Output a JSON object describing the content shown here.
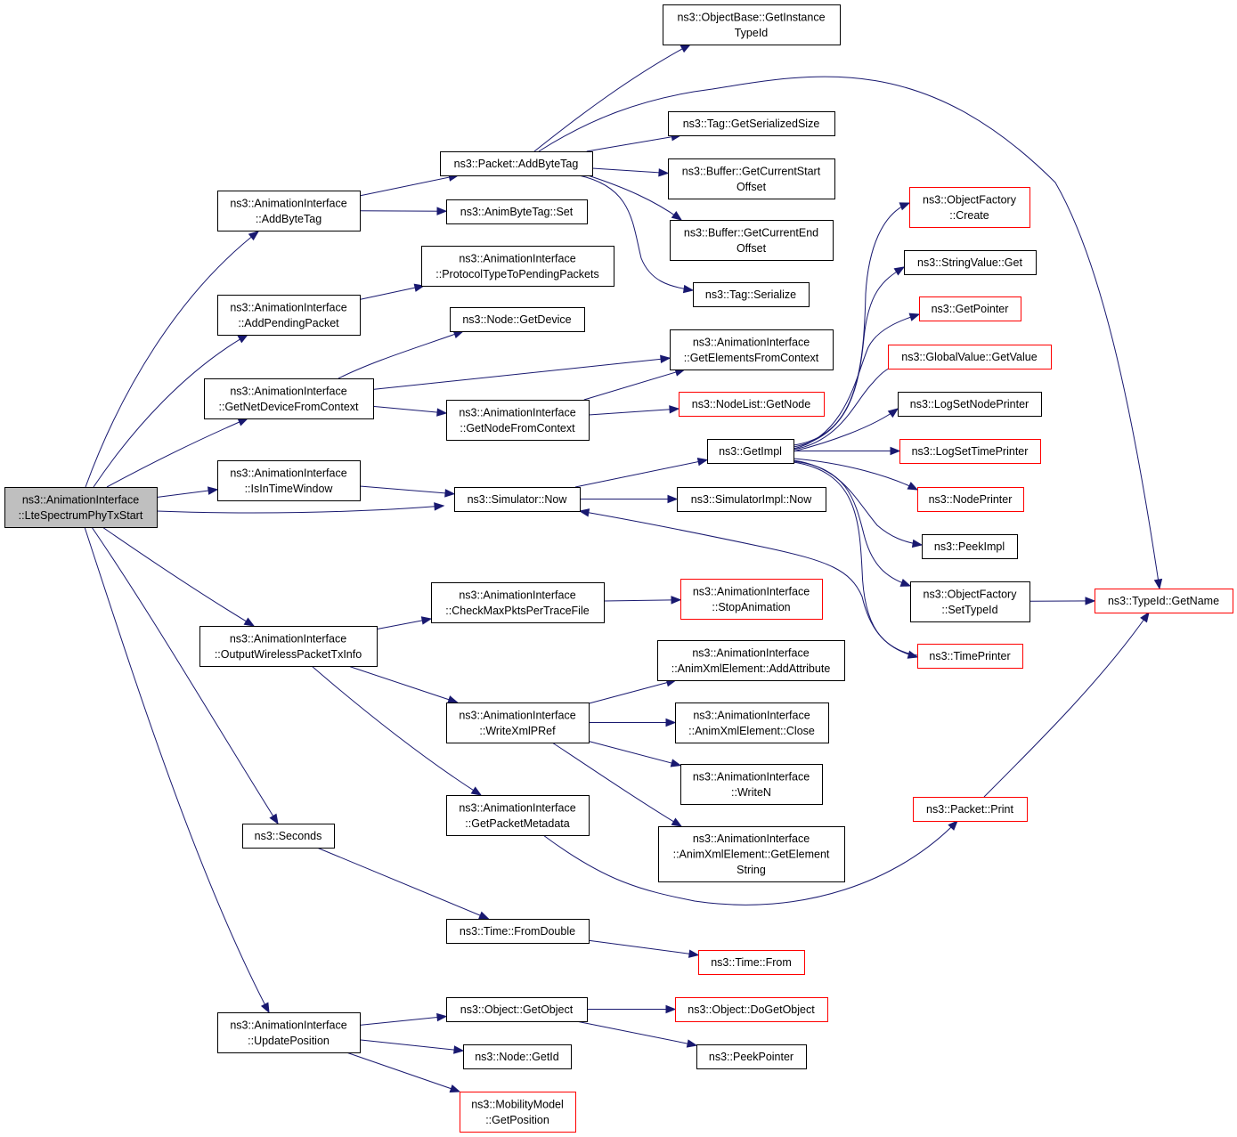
{
  "diagram": {
    "edge_color": "#191970",
    "node_border_default": "#000000",
    "node_border_truncated": "#ff0000",
    "root_fill": "#bfbfbf",
    "nodes": [
      {
        "id": "root",
        "lines": [
          "ns3::AnimationInterface",
          "::LteSpectrumPhyTxStart"
        ],
        "style": "root"
      },
      {
        "id": "addByteTag",
        "lines": [
          "ns3::AnimationInterface",
          "::AddByteTag"
        ],
        "style": "normal"
      },
      {
        "id": "addPendingPacket",
        "lines": [
          "ns3::AnimationInterface",
          "::AddPendingPacket"
        ],
        "style": "normal"
      },
      {
        "id": "getNetDeviceFromContext",
        "lines": [
          "ns3::AnimationInterface",
          "::GetNetDeviceFromContext"
        ],
        "style": "normal"
      },
      {
        "id": "isInTimeWindow",
        "lines": [
          "ns3::AnimationInterface",
          "::IsInTimeWindow"
        ],
        "style": "normal"
      },
      {
        "id": "outputWirelessPacketTxInfo",
        "lines": [
          "ns3::AnimationInterface",
          "::OutputWirelessPacketTxInfo"
        ],
        "style": "normal"
      },
      {
        "id": "seconds",
        "lines": [
          "ns3::Seconds"
        ],
        "style": "normal"
      },
      {
        "id": "updatePosition",
        "lines": [
          "ns3::AnimationInterface",
          "::UpdatePosition"
        ],
        "style": "normal"
      },
      {
        "id": "packetAddByteTag",
        "lines": [
          "ns3::Packet::AddByteTag"
        ],
        "style": "normal"
      },
      {
        "id": "animByteTagSet",
        "lines": [
          "ns3::AnimByteTag::Set"
        ],
        "style": "normal"
      },
      {
        "id": "protocolTypeToPendingPackets",
        "lines": [
          "ns3::AnimationInterface",
          "::ProtocolTypeToPendingPackets"
        ],
        "style": "normal"
      },
      {
        "id": "nodeGetDevice",
        "lines": [
          "ns3::Node::GetDevice"
        ],
        "style": "normal"
      },
      {
        "id": "getNodeFromContext",
        "lines": [
          "ns3::AnimationInterface",
          "::GetNodeFromContext"
        ],
        "style": "normal"
      },
      {
        "id": "simulatorNow",
        "lines": [
          "ns3::Simulator::Now"
        ],
        "style": "normal"
      },
      {
        "id": "checkMaxPkts",
        "lines": [
          "ns3::AnimationInterface",
          "::CheckMaxPktsPerTraceFile"
        ],
        "style": "normal"
      },
      {
        "id": "writeXmlPRef",
        "lines": [
          "ns3::AnimationInterface",
          "::WriteXmlPRef"
        ],
        "style": "normal"
      },
      {
        "id": "getPacketMetadata",
        "lines": [
          "ns3::AnimationInterface",
          "::GetPacketMetadata"
        ],
        "style": "normal"
      },
      {
        "id": "timeFromDouble",
        "lines": [
          "ns3::Time::FromDouble"
        ],
        "style": "normal"
      },
      {
        "id": "objectGetObject",
        "lines": [
          "ns3::Object::GetObject"
        ],
        "style": "normal"
      },
      {
        "id": "nodeGetId",
        "lines": [
          "ns3::Node::GetId"
        ],
        "style": "normal"
      },
      {
        "id": "mobilityGetPosition",
        "lines": [
          "ns3::MobilityModel",
          "::GetPosition"
        ],
        "style": "truncated"
      },
      {
        "id": "objectBaseGetInstanceTypeId",
        "lines": [
          "ns3::ObjectBase::GetInstance",
          "TypeId"
        ],
        "style": "normal"
      },
      {
        "id": "tagGetSerializedSize",
        "lines": [
          "ns3::Tag::GetSerializedSize"
        ],
        "style": "normal"
      },
      {
        "id": "bufferGetCurrentStartOffset",
        "lines": [
          "ns3::Buffer::GetCurrentStart",
          "Offset"
        ],
        "style": "normal"
      },
      {
        "id": "bufferGetCurrentEndOffset",
        "lines": [
          "ns3::Buffer::GetCurrentEnd",
          "Offset"
        ],
        "style": "normal"
      },
      {
        "id": "tagSerialize",
        "lines": [
          "ns3::Tag::Serialize"
        ],
        "style": "normal"
      },
      {
        "id": "getElementsFromContext",
        "lines": [
          "ns3::AnimationInterface",
          "::GetElementsFromContext"
        ],
        "style": "normal"
      },
      {
        "id": "nodeListGetNode",
        "lines": [
          "ns3::NodeList::GetNode"
        ],
        "style": "truncated"
      },
      {
        "id": "getImpl",
        "lines": [
          "ns3::GetImpl"
        ],
        "style": "normal"
      },
      {
        "id": "simulatorImplNow",
        "lines": [
          "ns3::SimulatorImpl::Now"
        ],
        "style": "normal"
      },
      {
        "id": "stopAnimation",
        "lines": [
          "ns3::AnimationInterface",
          "::StopAnimation"
        ],
        "style": "truncated"
      },
      {
        "id": "addAttribute",
        "lines": [
          "ns3::AnimationInterface",
          "::AnimXmlElement::AddAttribute"
        ],
        "style": "normal"
      },
      {
        "id": "animXmlClose",
        "lines": [
          "ns3::AnimationInterface",
          "::AnimXmlElement::Close"
        ],
        "style": "normal"
      },
      {
        "id": "writeN",
        "lines": [
          "ns3::AnimationInterface",
          "::WriteN"
        ],
        "style": "normal"
      },
      {
        "id": "getElementString",
        "lines": [
          "ns3::AnimationInterface",
          "::AnimXmlElement::GetElement",
          "String"
        ],
        "style": "normal"
      },
      {
        "id": "timeFrom",
        "lines": [
          "ns3::Time::From"
        ],
        "style": "truncated"
      },
      {
        "id": "objectDoGetObject",
        "lines": [
          "ns3::Object::DoGetObject"
        ],
        "style": "truncated"
      },
      {
        "id": "peekPointer",
        "lines": [
          "ns3::PeekPointer"
        ],
        "style": "normal"
      },
      {
        "id": "objectFactoryCreate",
        "lines": [
          "ns3::ObjectFactory",
          "::Create"
        ],
        "style": "truncated"
      },
      {
        "id": "stringValueGet",
        "lines": [
          "ns3::StringValue::Get"
        ],
        "style": "normal"
      },
      {
        "id": "getPointer",
        "lines": [
          "ns3::GetPointer"
        ],
        "style": "truncated"
      },
      {
        "id": "globalValueGetValue",
        "lines": [
          "ns3::GlobalValue::GetValue"
        ],
        "style": "truncated"
      },
      {
        "id": "logSetNodePrinter",
        "lines": [
          "ns3::LogSetNodePrinter"
        ],
        "style": "normal"
      },
      {
        "id": "logSetTimePrinter",
        "lines": [
          "ns3::LogSetTimePrinter"
        ],
        "style": "truncated"
      },
      {
        "id": "nodePrinter",
        "lines": [
          "ns3::NodePrinter"
        ],
        "style": "truncated"
      },
      {
        "id": "peekImpl",
        "lines": [
          "ns3::PeekImpl"
        ],
        "style": "normal"
      },
      {
        "id": "objectFactorySetTypeId",
        "lines": [
          "ns3::ObjectFactory",
          "::SetTypeId"
        ],
        "style": "normal"
      },
      {
        "id": "timePrinter",
        "lines": [
          "ns3::TimePrinter"
        ],
        "style": "truncated"
      },
      {
        "id": "packetPrint",
        "lines": [
          "ns3::Packet::Print"
        ],
        "style": "truncated"
      },
      {
        "id": "typeIdGetName",
        "lines": [
          "ns3::TypeId::GetName"
        ],
        "style": "truncated"
      }
    ],
    "edges": [
      [
        "root",
        "addByteTag"
      ],
      [
        "root",
        "addPendingPacket"
      ],
      [
        "root",
        "getNetDeviceFromContext"
      ],
      [
        "root",
        "isInTimeWindow"
      ],
      [
        "root",
        "simulatorNow"
      ],
      [
        "root",
        "outputWirelessPacketTxInfo"
      ],
      [
        "root",
        "seconds"
      ],
      [
        "root",
        "updatePosition"
      ],
      [
        "addByteTag",
        "packetAddByteTag"
      ],
      [
        "addByteTag",
        "animByteTagSet"
      ],
      [
        "packetAddByteTag",
        "objectBaseGetInstanceTypeId"
      ],
      [
        "packetAddByteTag",
        "typeIdGetName"
      ],
      [
        "packetAddByteTag",
        "tagGetSerializedSize"
      ],
      [
        "packetAddByteTag",
        "bufferGetCurrentStartOffset"
      ],
      [
        "packetAddByteTag",
        "bufferGetCurrentEndOffset"
      ],
      [
        "packetAddByteTag",
        "tagSerialize"
      ],
      [
        "addPendingPacket",
        "protocolTypeToPendingPackets"
      ],
      [
        "getNetDeviceFromContext",
        "nodeGetDevice"
      ],
      [
        "getNetDeviceFromContext",
        "getElementsFromContext"
      ],
      [
        "getNetDeviceFromContext",
        "getNodeFromContext"
      ],
      [
        "getNodeFromContext",
        "getElementsFromContext"
      ],
      [
        "getNodeFromContext",
        "nodeListGetNode"
      ],
      [
        "isInTimeWindow",
        "simulatorNow"
      ],
      [
        "simulatorNow",
        "getImpl"
      ],
      [
        "simulatorNow",
        "simulatorImplNow"
      ],
      [
        "getImpl",
        "objectFactoryCreate"
      ],
      [
        "getImpl",
        "stringValueGet"
      ],
      [
        "getImpl",
        "getPointer"
      ],
      [
        "getImpl",
        "globalValueGetValue"
      ],
      [
        "getImpl",
        "logSetNodePrinter"
      ],
      [
        "getImpl",
        "logSetTimePrinter"
      ],
      [
        "getImpl",
        "nodePrinter"
      ],
      [
        "getImpl",
        "peekImpl"
      ],
      [
        "getImpl",
        "objectFactorySetTypeId"
      ],
      [
        "getImpl",
        "timePrinter"
      ],
      [
        "timePrinter",
        "simulatorNow"
      ],
      [
        "objectFactorySetTypeId",
        "typeIdGetName"
      ],
      [
        "outputWirelessPacketTxInfo",
        "checkMaxPkts"
      ],
      [
        "outputWirelessPacketTxInfo",
        "writeXmlPRef"
      ],
      [
        "outputWirelessPacketTxInfo",
        "getPacketMetadata"
      ],
      [
        "checkMaxPkts",
        "stopAnimation"
      ],
      [
        "writeXmlPRef",
        "addAttribute"
      ],
      [
        "writeXmlPRef",
        "animXmlClose"
      ],
      [
        "writeXmlPRef",
        "writeN"
      ],
      [
        "writeXmlPRef",
        "getElementString"
      ],
      [
        "getPacketMetadata",
        "packetPrint"
      ],
      [
        "packetPrint",
        "typeIdGetName"
      ],
      [
        "seconds",
        "timeFromDouble"
      ],
      [
        "timeFromDouble",
        "timeFrom"
      ],
      [
        "updatePosition",
        "objectGetObject"
      ],
      [
        "updatePosition",
        "nodeGetId"
      ],
      [
        "updatePosition",
        "mobilityGetPosition"
      ],
      [
        "objectGetObject",
        "objectDoGetObject"
      ],
      [
        "objectGetObject",
        "peekPointer"
      ]
    ]
  }
}
